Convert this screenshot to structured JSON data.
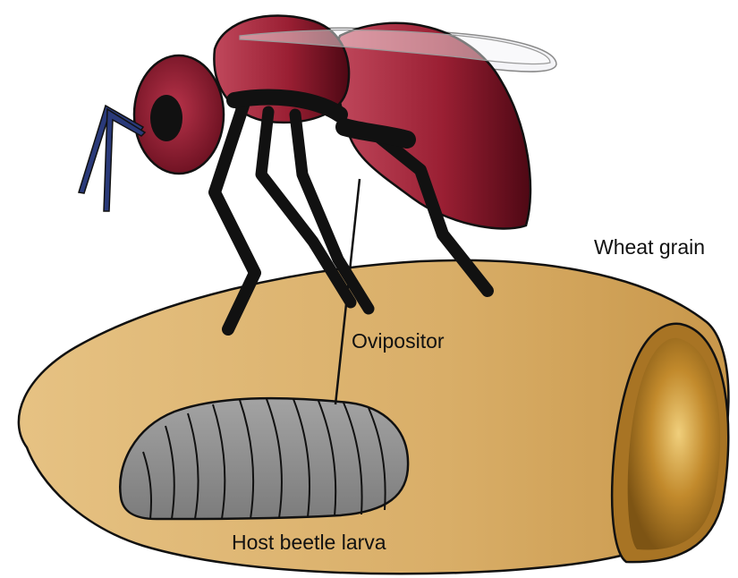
{
  "labels": {
    "wheat_grain": "Wheat grain",
    "ovipositor": "Ovipositor",
    "host_larva": "Host beetle larva"
  },
  "colors": {
    "grain_fill": "#dcb26c",
    "grain_light": "#ebcc8e",
    "grain_opening": "#b07d2a",
    "larva_fill": "#8e8e8e",
    "wasp_body": "#9a1f33",
    "wasp_dark": "#5e0d1c",
    "legs": "#111111",
    "antenna": "#2a3a7a",
    "outline": "#111111"
  }
}
